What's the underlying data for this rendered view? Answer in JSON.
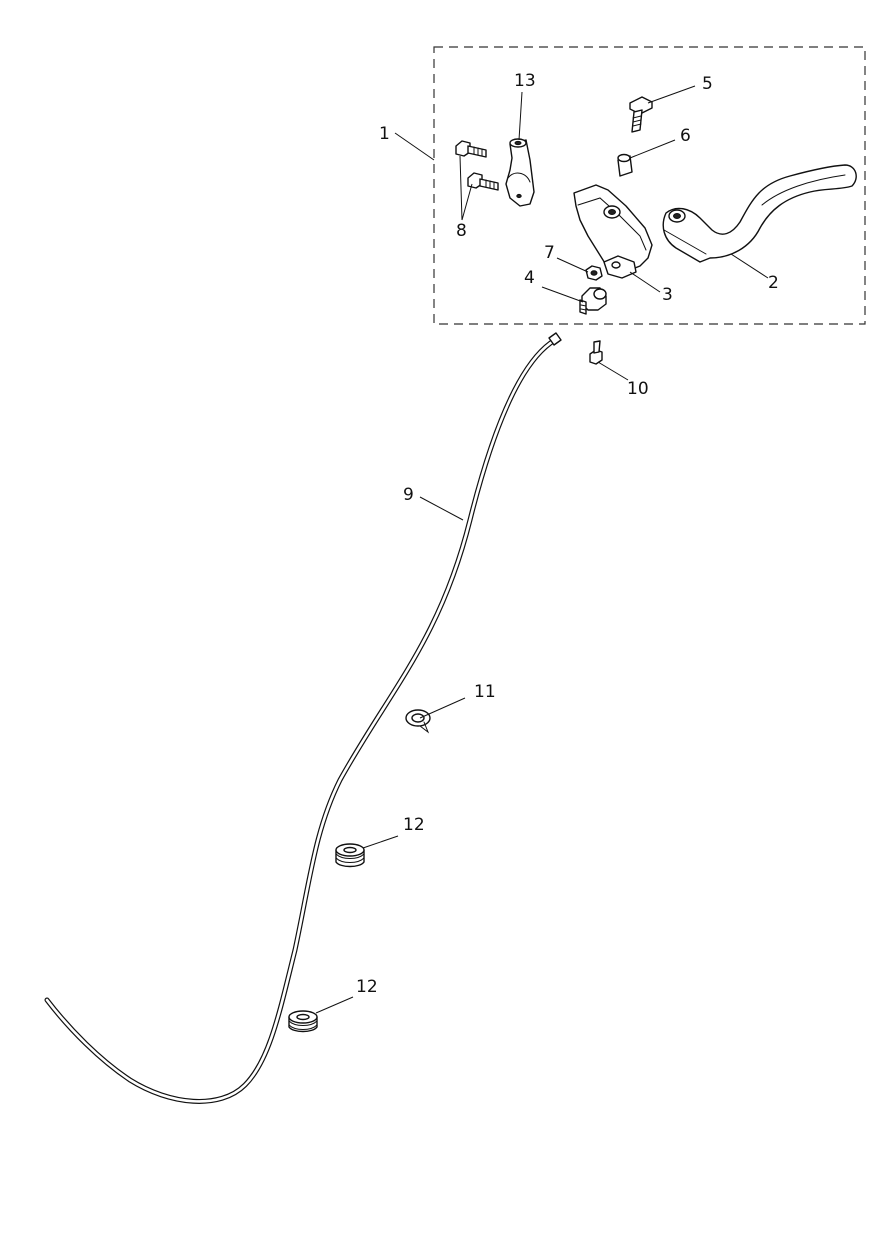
{
  "callouts": [
    {
      "id": "1",
      "label": "1"
    },
    {
      "id": "2",
      "label": "2"
    },
    {
      "id": "3",
      "label": "3"
    },
    {
      "id": "4",
      "label": "4"
    },
    {
      "id": "5",
      "label": "5"
    },
    {
      "id": "6",
      "label": "6"
    },
    {
      "id": "7",
      "label": "7"
    },
    {
      "id": "8",
      "label": "8"
    },
    {
      "id": "9",
      "label": "9"
    },
    {
      "id": "10",
      "label": "10"
    },
    {
      "id": "11",
      "label": "11"
    },
    {
      "id": "12a",
      "label": "12"
    },
    {
      "id": "12b",
      "label": "12"
    },
    {
      "id": "13",
      "label": "13"
    }
  ]
}
